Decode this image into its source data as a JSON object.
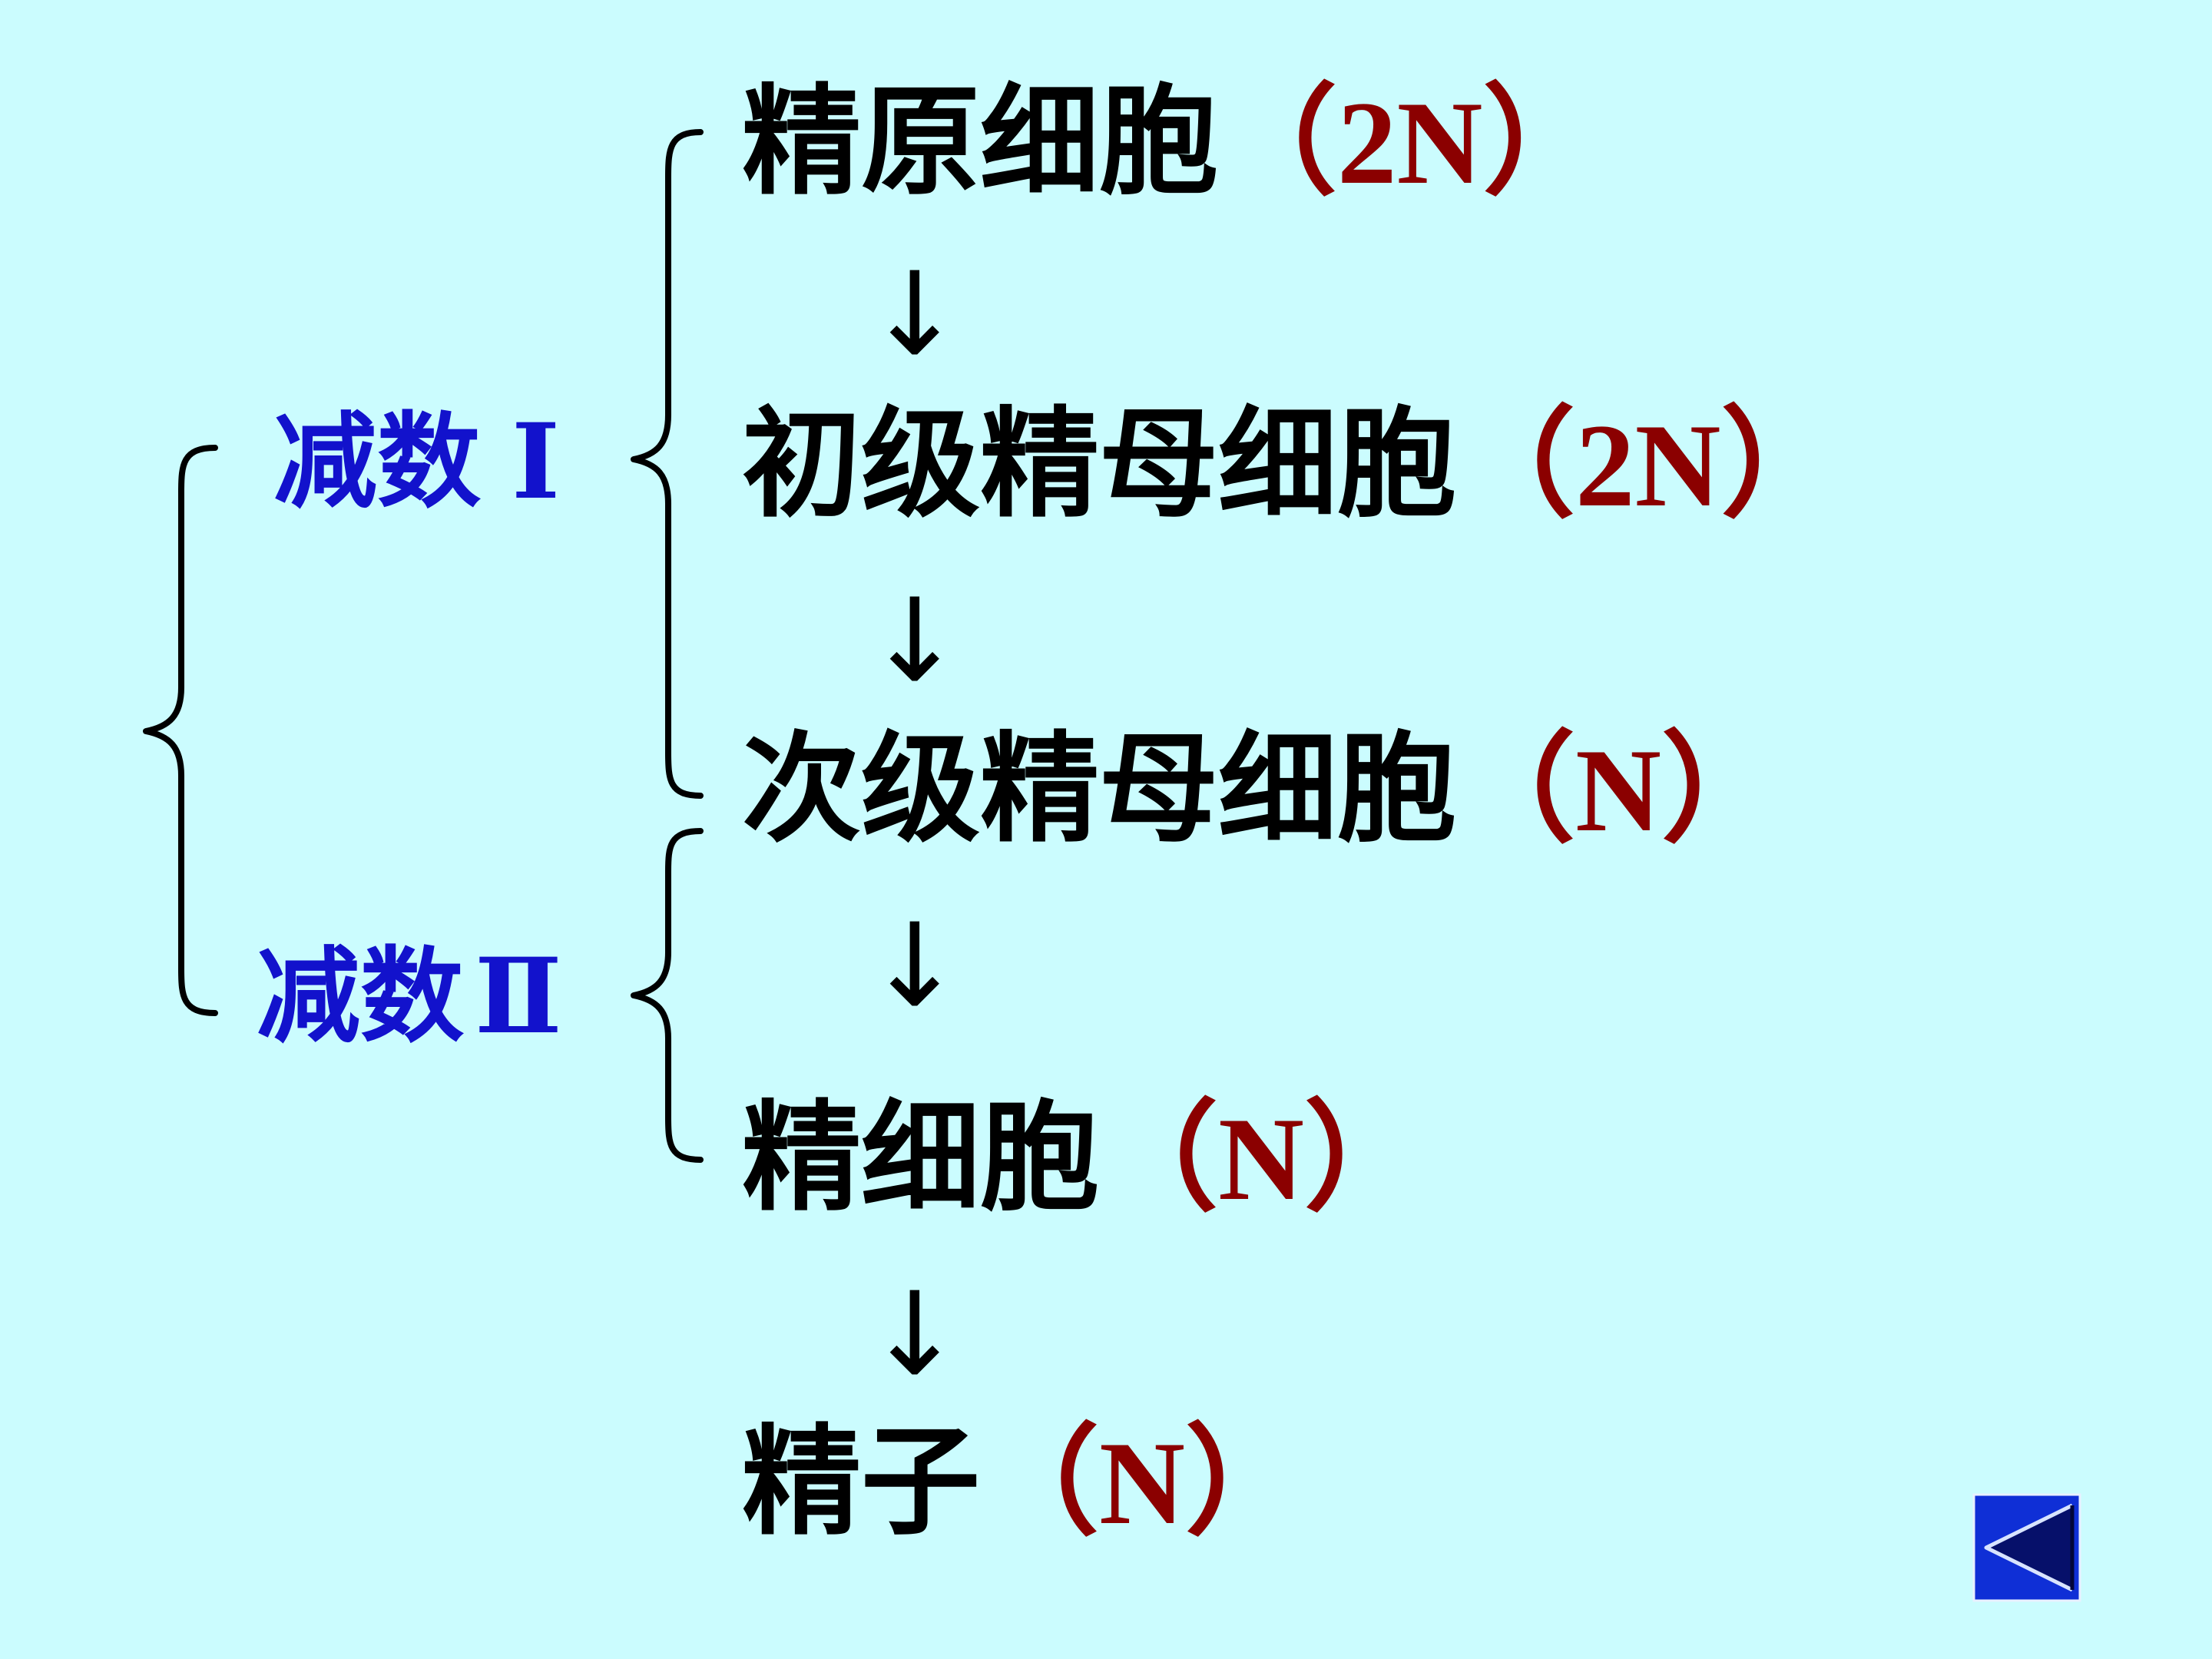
{
  "stages": [
    {
      "cell": "精原细胞",
      "ploidy": "（2N）"
    },
    {
      "cell": "初级精母细胞",
      "ploidy": "（2N）"
    },
    {
      "cell": "次级精母细胞",
      "ploidy": "（N）"
    },
    {
      "cell": "精细胞",
      "ploidy": "（N）"
    },
    {
      "cell": "精子",
      "ploidy": "（N）"
    }
  ],
  "arrow": "↓",
  "phases": [
    {
      "label": "减数",
      "numeral": "Ⅰ"
    },
    {
      "label": "减数",
      "numeral": "Ⅱ"
    }
  ],
  "colors": {
    "background": "#cbfcfe",
    "cell_text": "#000000",
    "ploidy_text": "#8b0000",
    "phase_text": "#1212cc",
    "back_button": "#0f2fd6"
  },
  "icons": {
    "back_button": "back-triangle-icon"
  }
}
